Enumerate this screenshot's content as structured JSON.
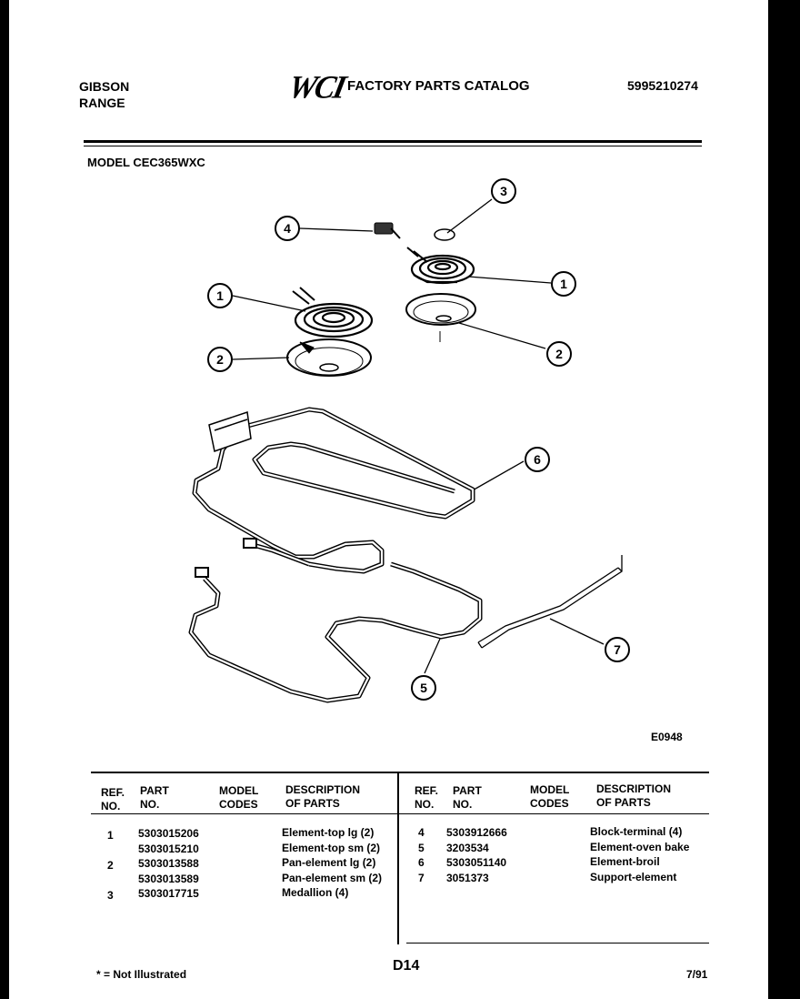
{
  "header": {
    "brand_line1": "GIBSON",
    "brand_line2": "RANGE",
    "logo": "WCI",
    "catalog_title": "FACTORY PARTS CATALOG",
    "catalog_number": "5995210274",
    "model_label": "MODEL CEC365WXC"
  },
  "diagram": {
    "callouts": [
      "1",
      "2",
      "3",
      "4",
      "1",
      "2",
      "6",
      "7",
      "5"
    ],
    "figure_code": "E0948"
  },
  "table": {
    "left": {
      "headers": {
        "ref": [
          "REF.",
          "NO."
        ],
        "part": [
          "PART",
          "NO."
        ],
        "model": [
          "MODEL",
          "CODES"
        ],
        "desc": [
          "DESCRIPTION",
          "OF PARTS"
        ]
      },
      "rows": [
        {
          "ref": "1",
          "part": "5303015206",
          "desc": "Element-top lg (2)"
        },
        {
          "ref": "",
          "part": "5303015210",
          "desc": "Element-top sm (2)"
        },
        {
          "ref": "2",
          "part": "5303013588",
          "desc": "Pan-element lg (2)"
        },
        {
          "ref": "",
          "part": "5303013589",
          "desc": "Pan-element sm (2)"
        },
        {
          "ref": "3",
          "part": "5303017715",
          "desc": "Medallion (4)"
        }
      ]
    },
    "right": {
      "headers": {
        "ref": [
          "REF.",
          "NO."
        ],
        "part": [
          "PART",
          "NO."
        ],
        "model": [
          "MODEL",
          "CODES"
        ],
        "desc": [
          "DESCRIPTION",
          "OF PARTS"
        ]
      },
      "rows": [
        {
          "ref": "4",
          "part": "5303912666",
          "desc": "Block-terminal (4)"
        },
        {
          "ref": "5",
          "part": "3203534",
          "desc": "Element-oven bake"
        },
        {
          "ref": "6",
          "part": "5303051140",
          "desc": "Element-broil"
        },
        {
          "ref": "7",
          "part": "3051373",
          "desc": "Support-element"
        }
      ]
    }
  },
  "footer": {
    "note": "* = Not Illustrated",
    "page_code": "D14",
    "date": "7/91"
  }
}
